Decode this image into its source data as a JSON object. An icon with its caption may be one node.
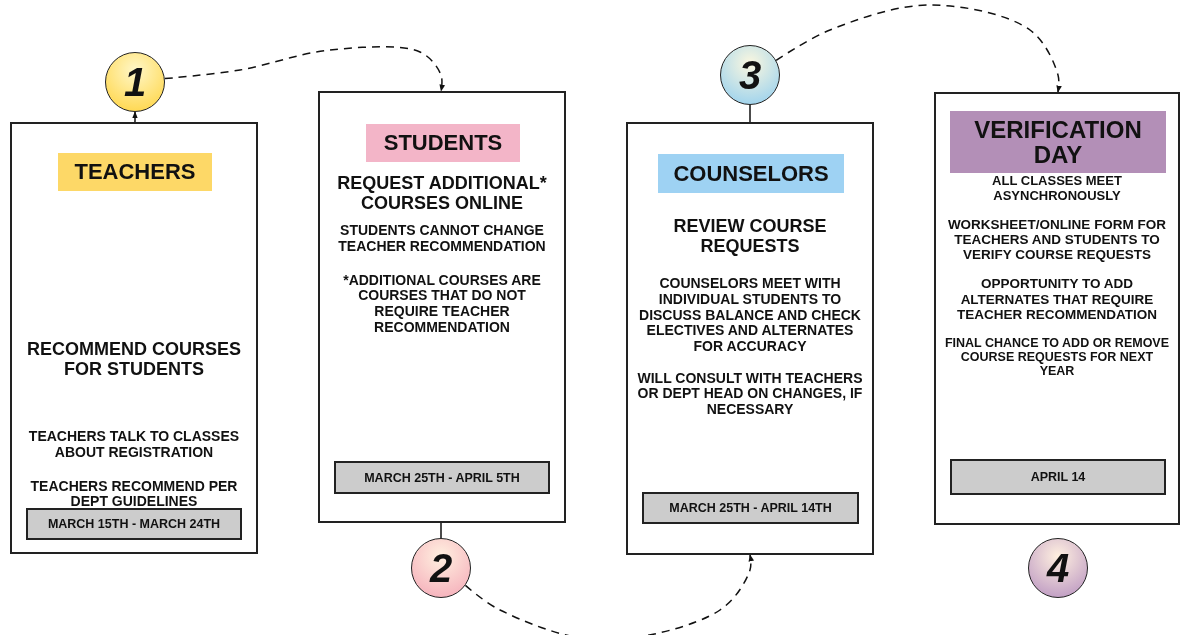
{
  "diagram": {
    "nodes": [
      {
        "text": [
          "1"
        ]
      },
      {
        "text": [
          "RECOMMEND COURSES FOR STUDENTS",
          "TEACHERS TALK TO CLASSES ABOUT REGISTRATION",
          "TEACHERS RECOMMEND PER DEPT GUIDELINES"
        ]
      },
      {
        "text": [
          "TEACHERS"
        ],
        "in": 1
      },
      {
        "text": [
          "MARCH 15TH - MARCH 24TH"
        ],
        "in": 1
      },
      {
        "text": [
          "REQUEST ADDITIONAL* COURSES ONLINE",
          "STUDENTS CANNOT CHANGE TEACHER RECOMMENDATION",
          "*ADDITIONAL COURSES ARE COURSES THAT DO NOT REQUIRE TEACHER RECOMMENDATION"
        ]
      },
      {
        "text": [
          "STUDENTS"
        ],
        "in": 4
      },
      {
        "text": [
          "MARCH 25TH - APRIL 5TH"
        ],
        "in": 4
      },
      {
        "text": [
          "2"
        ]
      },
      {
        "text": [
          "3"
        ]
      },
      {
        "text": [
          "REVIEW COURSE REQUESTS",
          "COUNSELORS MEET WITH INDIVIDUAL STUDENTS TO DISCUSS BALANCE AND CHECK ELECTIVES AND ALTERNATES FOR ACCURACY",
          "WILL CONSULT WITH TEACHERS OR DEPT HEAD ON CHANGES, IF NECESSARY"
        ]
      },
      {
        "text": [
          "COUNSELORS"
        ],
        "in": 9
      },
      {
        "text": [
          "MARCH 25TH - APRIL 14TH"
        ],
        "in": 9
      },
      {
        "text": [
          "ALL CLASSES MEET ASYNCHRONOUSLY",
          "WORKSHEET/ONLINE FORM FOR TEACHERS AND STUDENTS TO VERIFY COURSE REQUESTS",
          "OPPORTUNITY TO ADD ALTERNATES THAT REQUIRE TEACHER RECOMMENDATION",
          "FINAL CHANCE TO ADD OR REMOVE COURSE REQUESTS FOR NEXT YEAR"
        ]
      },
      {
        "text": [
          "VERIFICATION DAY"
        ],
        "in": 12
      },
      {
        "text": [
          "APRIL 14"
        ],
        "in": 12
      },
      {
        "text": [
          "4"
        ]
      }
    ],
    "edges": [
      {
        "from": 1,
        "to": 0,
        "arrow": "to"
      },
      {
        "from": 0,
        "to": 4,
        "arrow": "to",
        "style": "dashed"
      },
      {
        "from": 4,
        "to": 7,
        "arrow": "none"
      },
      {
        "from": 7,
        "to": 9,
        "arrow": "to",
        "style": "dashed"
      },
      {
        "from": 9,
        "to": 8,
        "arrow": "none"
      },
      {
        "from": 8,
        "to": 12,
        "arrow": "to",
        "style": "dashed"
      }
    ]
  }
}
